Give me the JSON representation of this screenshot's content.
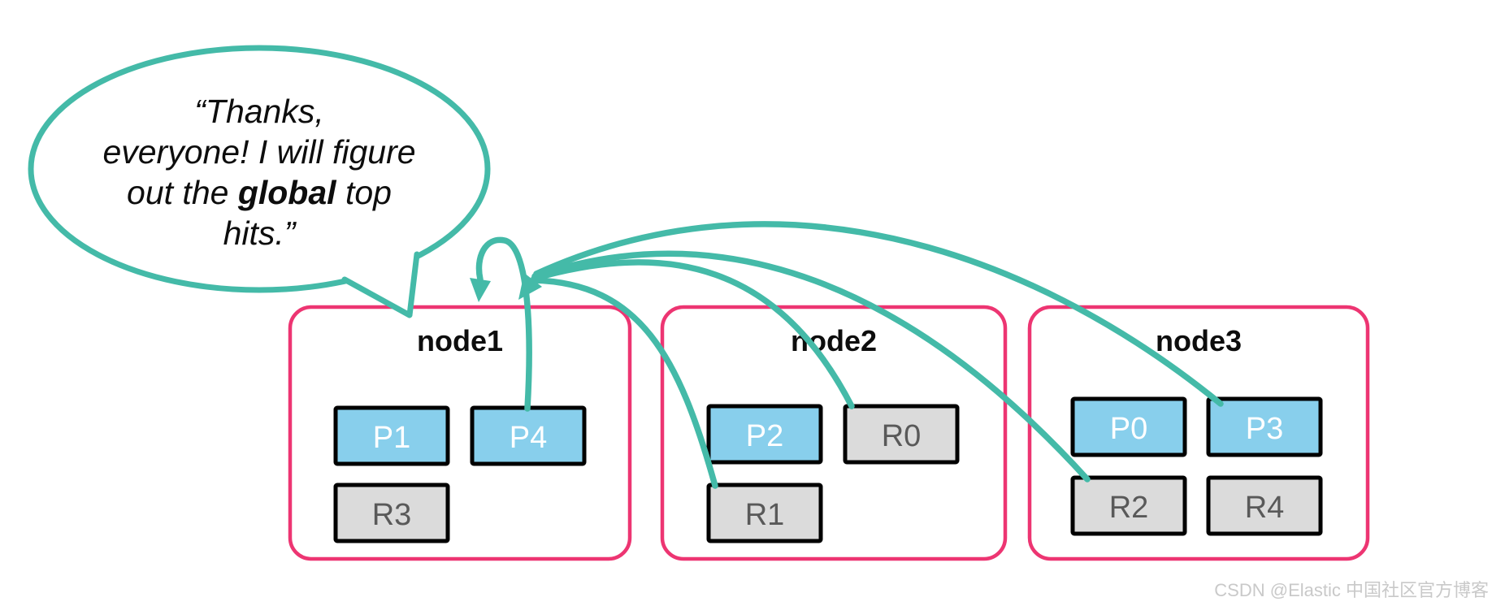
{
  "diagram": {
    "title_hint": "distributed search: coordinating node gathers shard results",
    "speech_bubble": {
      "line1": "“Thanks,",
      "line2": "everyone! I will figure",
      "line3_pre": "out the ",
      "line3_bold": "global",
      "line3_post": " top",
      "line4": "hits.”"
    },
    "nodes": [
      {
        "name": "node1",
        "shards": [
          {
            "label": "P1",
            "type": "primary"
          },
          {
            "label": "P4",
            "type": "primary"
          },
          {
            "label": "R3",
            "type": "replica"
          }
        ]
      },
      {
        "name": "node2",
        "shards": [
          {
            "label": "P2",
            "type": "primary"
          },
          {
            "label": "R0",
            "type": "replica"
          },
          {
            "label": "R1",
            "type": "replica"
          }
        ]
      },
      {
        "name": "node3",
        "shards": [
          {
            "label": "P0",
            "type": "primary"
          },
          {
            "label": "P3",
            "type": "primary"
          },
          {
            "label": "R2",
            "type": "replica"
          },
          {
            "label": "R4",
            "type": "replica"
          }
        ]
      }
    ],
    "colors": {
      "teal": "#44BAA8",
      "pink": "#ED3572",
      "primary_fill": "#88CFEC",
      "replica_fill": "#DBDBDB",
      "replica_text": "#595959",
      "watermark": "#C9C9C9"
    },
    "watermark": "CSDN @Elastic 中国社区官方博客"
  }
}
